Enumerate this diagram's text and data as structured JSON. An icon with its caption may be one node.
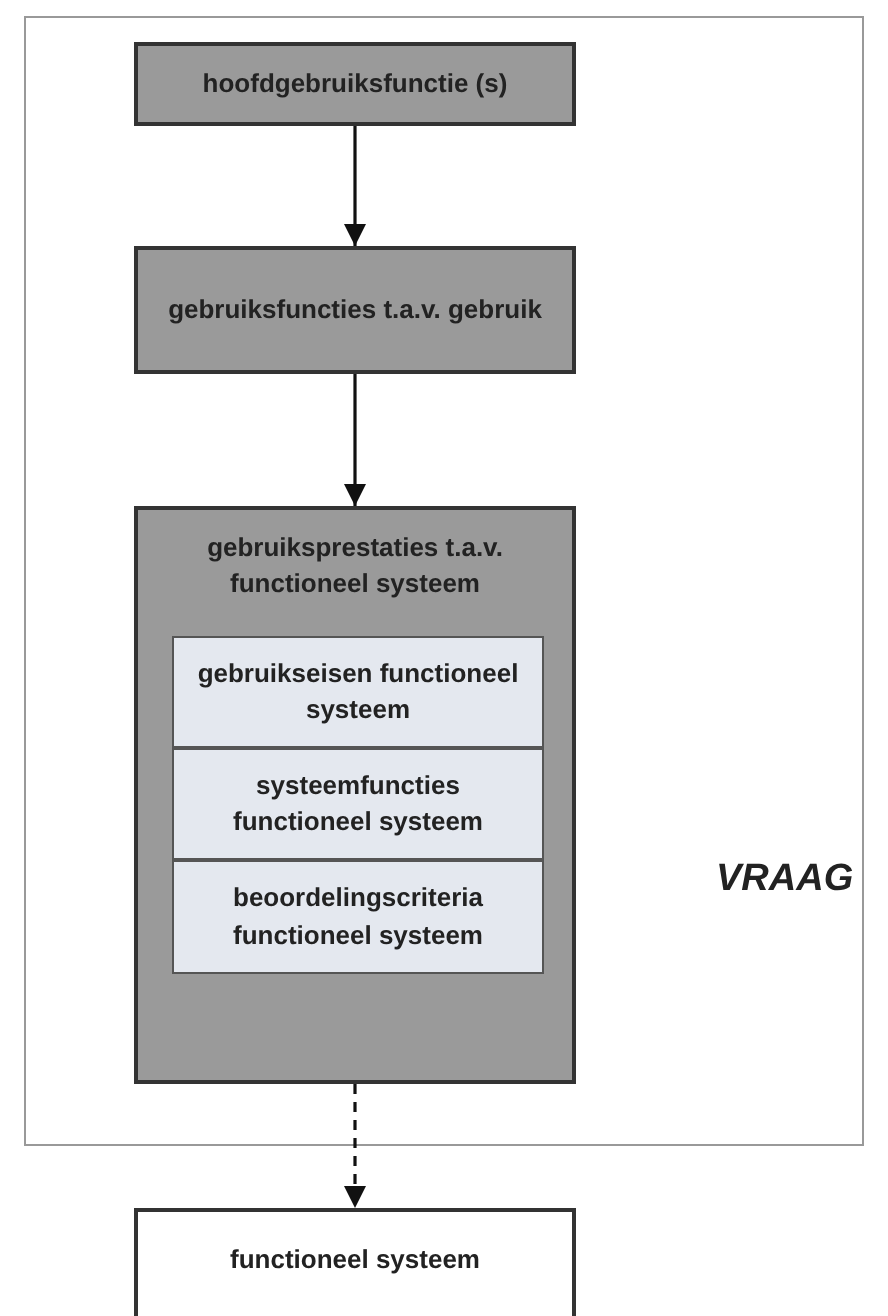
{
  "diagram": {
    "nodes": [
      {
        "text": [
          "VRAAG"
        ]
      },
      {
        "text": [
          "hoofdgebruiksfunctie (s)"
        ],
        "in": 0
      },
      {
        "text": [
          "gebruiksfuncties t.a.v. gebruik"
        ],
        "in": 0
      },
      {
        "text": [
          "gebruiksprestaties t.a.v. functioneel systeem"
        ],
        "in": 0
      },
      {
        "text": [
          "gebruikseisen functioneel systeem"
        ],
        "in": 3
      },
      {
        "text": [
          "systeemfuncties functioneel systeem"
        ],
        "in": 3
      },
      {
        "text": [
          "beoordelingscriteria functioneel systeem"
        ],
        "in": 3
      },
      {
        "text": [
          "functioneel systeem"
        ]
      }
    ],
    "edges": [
      {
        "from": 1,
        "to": 2,
        "arrow": "to"
      },
      {
        "from": 2,
        "to": 3,
        "arrow": "to"
      },
      {
        "from": 3,
        "to": 7,
        "arrow": "to",
        "style": "dashed"
      }
    ]
  }
}
